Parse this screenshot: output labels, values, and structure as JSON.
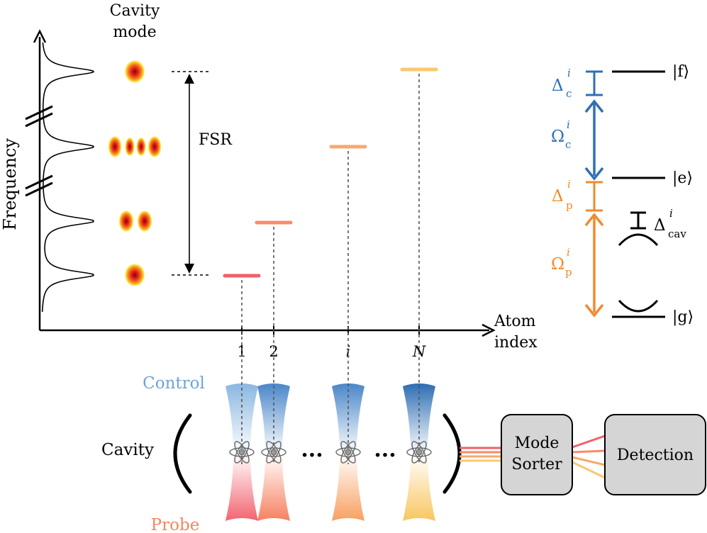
{
  "left_panel": {
    "y_axis_label": "Frequency",
    "cavity_mode_title_line1": "Cavity",
    "cavity_mode_title_line2": "mode",
    "fsr_label": "FSR",
    "x_axis_label_line1": "Atom",
    "x_axis_label_line2": "index",
    "atom_ticks": [
      "1",
      "2",
      "i",
      "N"
    ]
  },
  "level_colors": [
    "#f0606a",
    "#f98b6a",
    "#f8a86c",
    "#f8c870"
  ],
  "energy_diagram": {
    "state_f": "|f⟩",
    "state_e": "|e⟩",
    "state_g": "|g⟩",
    "delta_c": "Δ",
    "delta_c_sup": "i",
    "delta_c_sub": "c",
    "omega_c": "Ω",
    "omega_c_sup": "i",
    "omega_c_sub": "c",
    "delta_p": "Δ",
    "delta_p_sup": "i",
    "delta_p_sub": "p",
    "omega_p": "Ω",
    "omega_p_sup": "i",
    "omega_p_sub": "p",
    "delta_cav": "Δ",
    "delta_cav_sup": "i",
    "delta_cav_sub": "cav",
    "control_color": "#2f6fb5",
    "probe_color": "#f28a2e"
  },
  "bottom_setup": {
    "control_label": "Control",
    "probe_label": "Probe",
    "cavity_label": "Cavity",
    "ellipsis_1": "···",
    "ellipsis_2": "···",
    "mode_sorter_line1": "Mode",
    "mode_sorter_line2": "Sorter",
    "detection_label": "Detection",
    "control_text_color": "#6fa3d8",
    "probe_text_color": "#f2875f"
  }
}
